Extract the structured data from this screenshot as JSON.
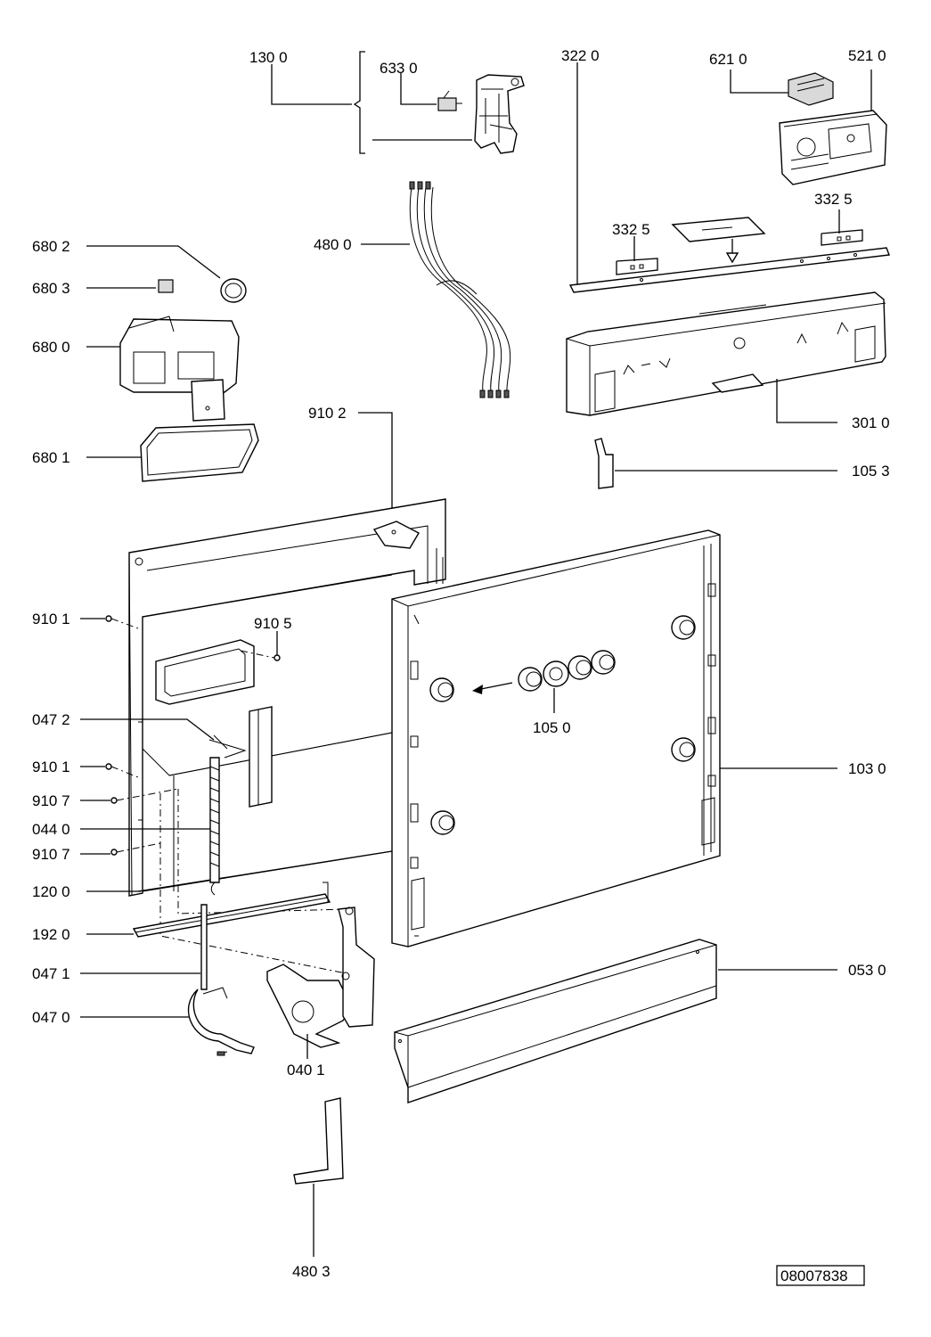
{
  "labels": {
    "p130_0": "130 0",
    "p633_0": "633 0",
    "p322_0": "322  0",
    "p621_0": "621 0",
    "p521_0": "521 0",
    "p480_0": "480 0",
    "p332_5a": "332  5",
    "p332_5b": "332  5",
    "p680_2": "680 2",
    "p680_3": "680 3",
    "p680_0": "680 0",
    "p680_1": "680 1",
    "p910_2": "910 2",
    "p301_0": "301 0",
    "p105_3": "105 3",
    "p910_1a": "910 1",
    "p910_5": "910 5",
    "p047_2": "047 2",
    "p105_0": "105 0",
    "p910_1b": "910 1",
    "p103_0": "103 0",
    "p910_7a": "910 7",
    "p044_0": "044 0",
    "p910_7b": "910 7",
    "p120_0": "120 0",
    "p192_0": "192 0",
    "p047_1": "047 1",
    "p053_0": "053 0",
    "p047_0": "047 0",
    "p040_1": "040 1",
    "p480_3": "480 3"
  },
  "drawing_number": "08007838"
}
